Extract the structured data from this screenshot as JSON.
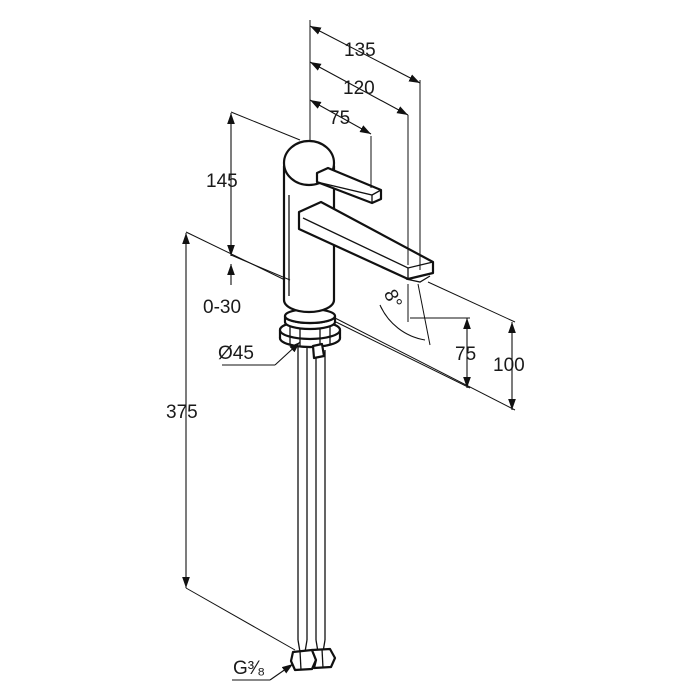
{
  "dimensions": {
    "d135": "135",
    "d120": "120",
    "d75_top": "75",
    "d145": "145",
    "d0_30": "0-30",
    "d45": "Ø45",
    "d8": "8°",
    "d75_right": "75",
    "d100": "100",
    "d375": "375",
    "g38": "G³⁄₈"
  }
}
